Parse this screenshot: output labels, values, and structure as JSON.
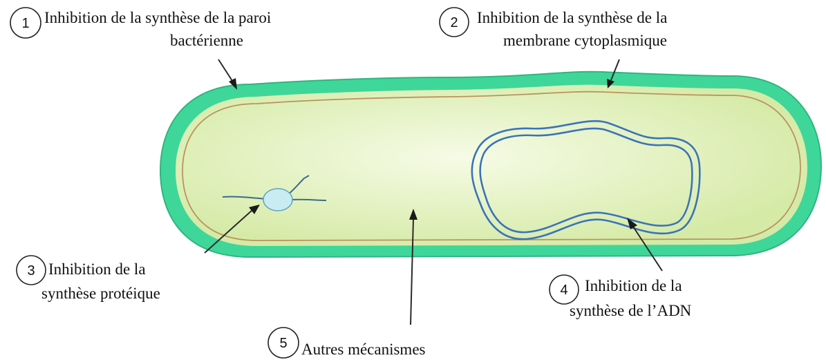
{
  "labels": [
    {
      "number": "1",
      "lines": [
        "Inhibition de la synthèse de la paroi",
        "bactérienne"
      ]
    },
    {
      "number": "2",
      "lines": [
        "Inhibition de la synthèse de la",
        "membrane cytoplasmique"
      ]
    },
    {
      "number": "3",
      "lines": [
        "Inhibition de la",
        "synthèse protéique"
      ]
    },
    {
      "number": "4",
      "lines": [
        "Inhibition de la",
        "synthèse de l’ADN"
      ]
    },
    {
      "number": "5",
      "lines": [
        "Autres mécanismes"
      ]
    }
  ],
  "colors": {
    "cell_wall": "#3fd69a",
    "wall_edge": "#2fb57f",
    "cytoplasm": "#dcedb0",
    "cytoplasm_light": "#f6fbe6",
    "membrane": "#b9935f",
    "dna_strand": "#3a74b8",
    "ribosome": "#c8ecf2",
    "mrna": "#3a6d8a",
    "arrow": "#1a1a1a"
  }
}
